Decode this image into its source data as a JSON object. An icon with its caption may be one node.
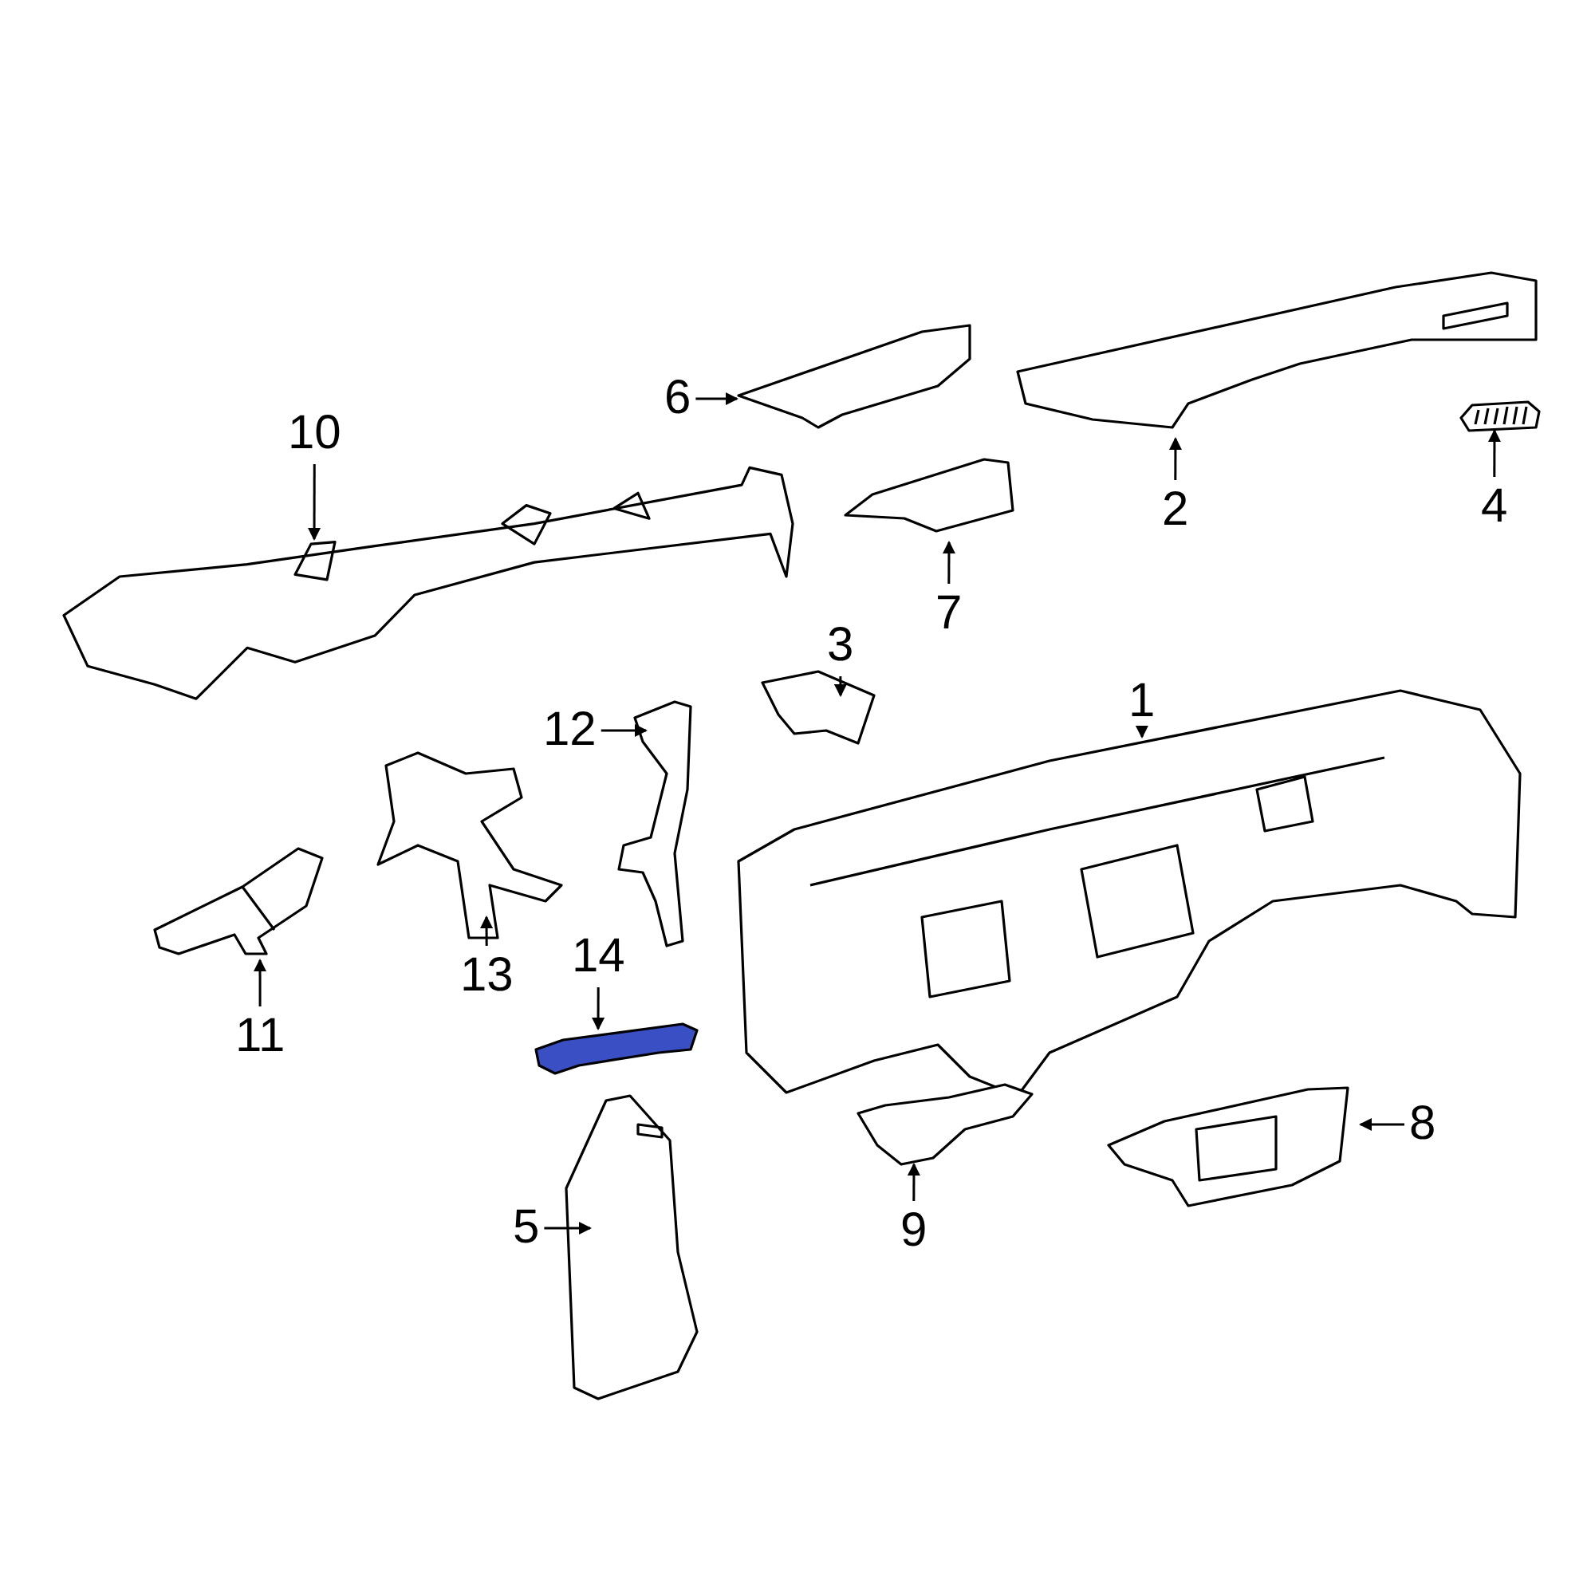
{
  "diagram": {
    "nodes": [
      {
        "text": [
          "6"
        ]
      },
      {
        "text": [
          "10"
        ]
      },
      {
        "text": [
          "2"
        ]
      },
      {
        "text": [
          "4"
        ]
      },
      {
        "text": [
          "7"
        ]
      },
      {
        "text": [
          "3"
        ]
      },
      {
        "text": [
          "1"
        ]
      },
      {
        "text": [
          "12"
        ]
      },
      {
        "text": [
          "14"
        ]
      },
      {
        "text": [
          "13"
        ]
      },
      {
        "text": [
          "11"
        ]
      },
      {
        "text": [
          "8"
        ]
      },
      {
        "text": [
          "5"
        ]
      },
      {
        "text": [
          "9"
        ]
      },
      {
        "text": [],
        "shape": "picture"
      },
      {
        "text": [],
        "shape": "picture"
      },
      {
        "text": [],
        "shape": "picture"
      },
      {
        "text": [],
        "shape": "picture"
      },
      {
        "text": [],
        "shape": "picture"
      },
      {
        "text": [],
        "shape": "picture"
      },
      {
        "text": [],
        "shape": "picture"
      },
      {
        "text": [],
        "shape": "picture"
      },
      {
        "text": [],
        "shape": "picture"
      },
      {
        "text": [],
        "shape": "picture"
      },
      {
        "text": [],
        "shape": "picture"
      },
      {
        "text": [],
        "shape": "picture"
      },
      {
        "text": [],
        "shape": "picture"
      },
      {
        "text": [],
        "shape": "picture"
      }
    ],
    "edges": [
      {
        "from": 0,
        "to": 20,
        "arrow": "to"
      },
      {
        "from": 1,
        "to": 14,
        "arrow": "to"
      },
      {
        "from": 2,
        "to": 25,
        "arrow": "to"
      },
      {
        "from": 3,
        "to": 27,
        "arrow": "to"
      },
      {
        "from": 4,
        "to": 23,
        "arrow": "to"
      },
      {
        "from": 5,
        "to": 22,
        "arrow": "to"
      },
      {
        "from": 6,
        "to": 21,
        "arrow": "to"
      },
      {
        "from": 7,
        "to": 19,
        "arrow": "to"
      },
      {
        "from": 8,
        "to": 17,
        "arrow": "to"
      },
      {
        "from": 9,
        "to": 16,
        "arrow": "to"
      },
      {
        "from": 10,
        "to": 15,
        "arrow": "to"
      },
      {
        "from": 11,
        "to": 26,
        "arrow": "to"
      },
      {
        "from": 12,
        "to": 18,
        "arrow": "to"
      },
      {
        "from": 13,
        "to": 24,
        "arrow": "to"
      }
    ]
  }
}
